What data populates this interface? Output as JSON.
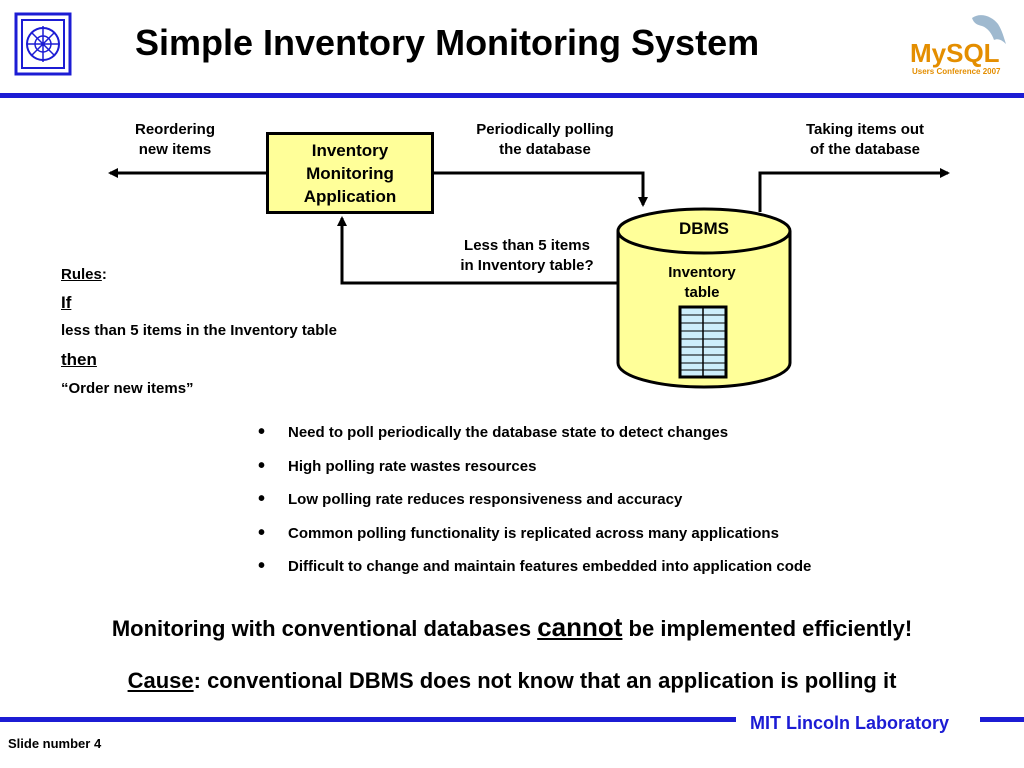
{
  "header": {
    "title": "Simple Inventory Monitoring System",
    "mysql_logo_text": "MySQL",
    "mysql_logo_sub": "Users Conference 2007"
  },
  "diagram": {
    "reordering_label": [
      "Reordering",
      "new items"
    ],
    "app_box_label": [
      "Inventory",
      "Monitoring",
      "Application"
    ],
    "polling_label": [
      "Periodically polling",
      "the database"
    ],
    "taking_label": [
      "Taking items out",
      "of the database"
    ],
    "query_label": [
      "Less than 5 items",
      "in Inventory table?"
    ],
    "dbms_label": "DBMS",
    "inventory_table_label": [
      "Inventory",
      "table"
    ]
  },
  "rules": {
    "heading": "Rules",
    "colon": ":",
    "if_word": "If",
    "condition": "less than 5 items in the Inventory table",
    "then_word": "then",
    "action": "“Order new items”"
  },
  "bullets": [
    "Need to poll periodically the database state to detect changes",
    "High polling rate wastes resources",
    "Low polling rate reduces responsiveness and accuracy",
    "Common polling functionality is replicated across many applications",
    "Difficult to change and maintain features embedded into application code"
  ],
  "bullet_glyph": "•",
  "conclusion": {
    "line1_before": "Monitoring with conventional databases ",
    "line1_emph": "cannot",
    "line1_after": " be implemented efficiently!",
    "line2_emph": "Cause",
    "line2_after": ": conventional DBMS does not know that an application is polling it"
  },
  "footer": {
    "lab": "MIT Lincoln Laboratory",
    "slide_number": "Slide number 4"
  },
  "colors": {
    "accent_blue": "#1c1cd4",
    "box_fill": "#ffff99",
    "table_fill": "#cdeefb"
  }
}
